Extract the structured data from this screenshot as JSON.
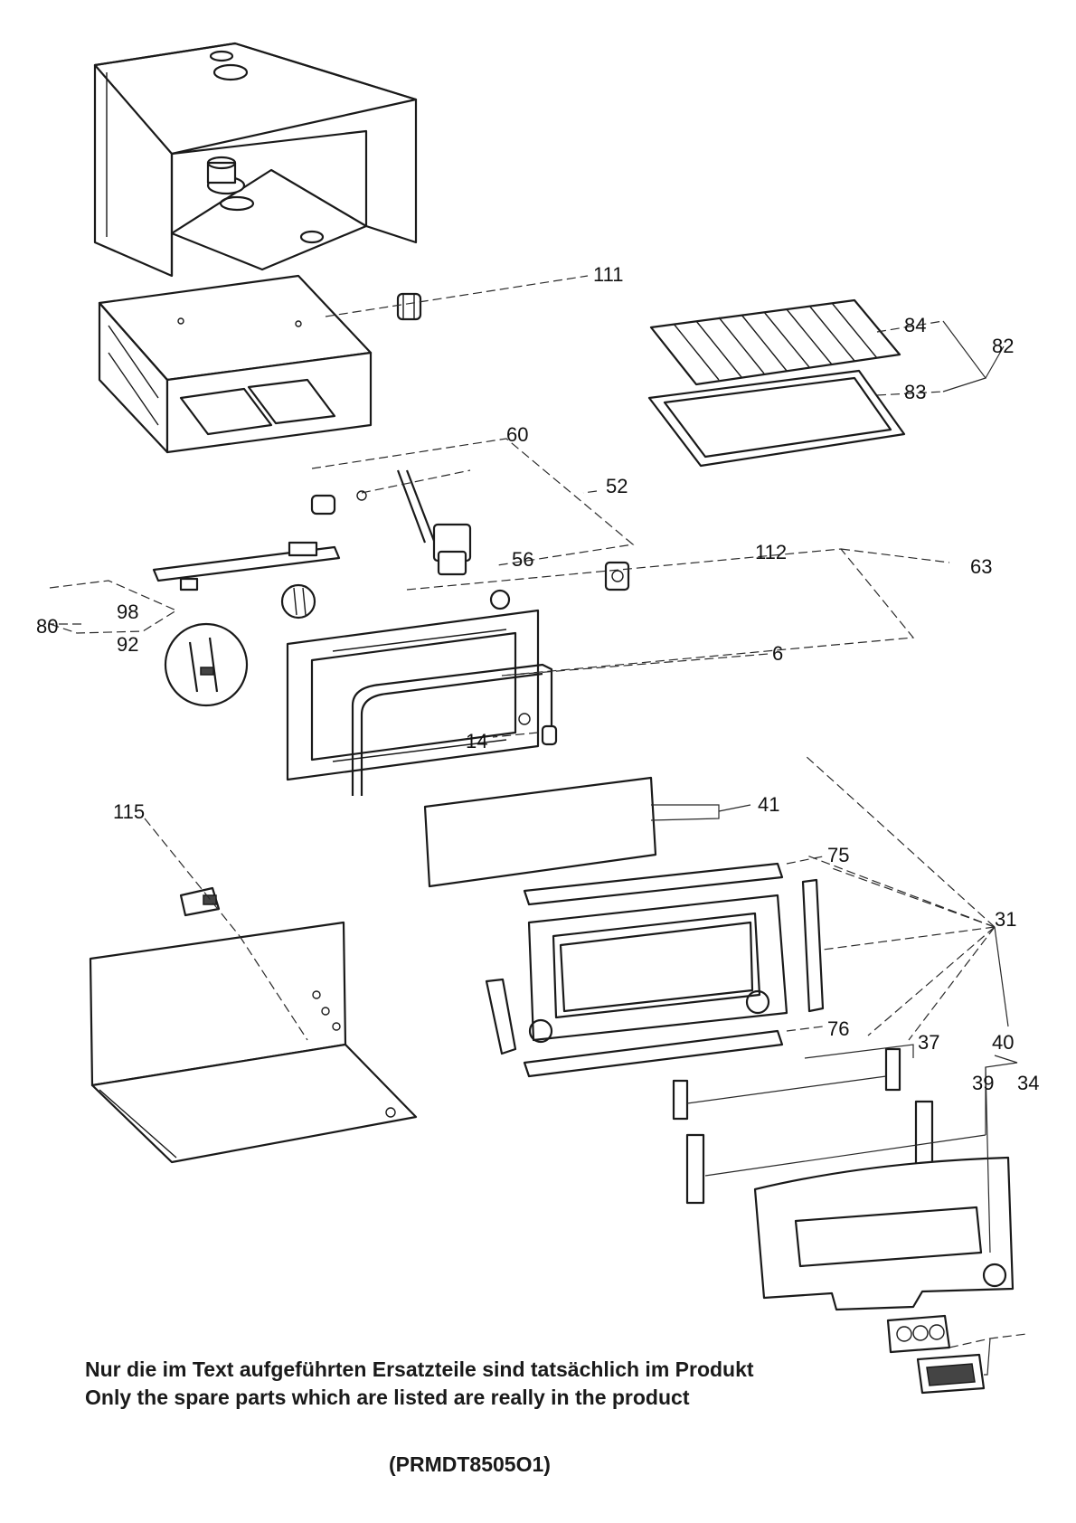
{
  "callouts": {
    "c111": "111",
    "c84": "84",
    "c82": "82",
    "c83": "83",
    "c60": "60",
    "c52": "52",
    "c56": "56",
    "c112": "112",
    "c63": "63",
    "c80": "80",
    "c98": "98",
    "c92": "92",
    "c6": "6",
    "c14": "14",
    "c41": "41",
    "c115": "115",
    "c75": "75",
    "c31": "31",
    "c76": "76",
    "c37": "37",
    "c40": "40",
    "c39": "39",
    "c34": "34"
  },
  "footer": {
    "note_de": "Nur die im Text aufgeführten Ersatzteile sind tatsächlich im Produkt",
    "note_en": "Only the spare parts which are listed are really in the product",
    "model_code": "(PRMDT8505O1)"
  }
}
